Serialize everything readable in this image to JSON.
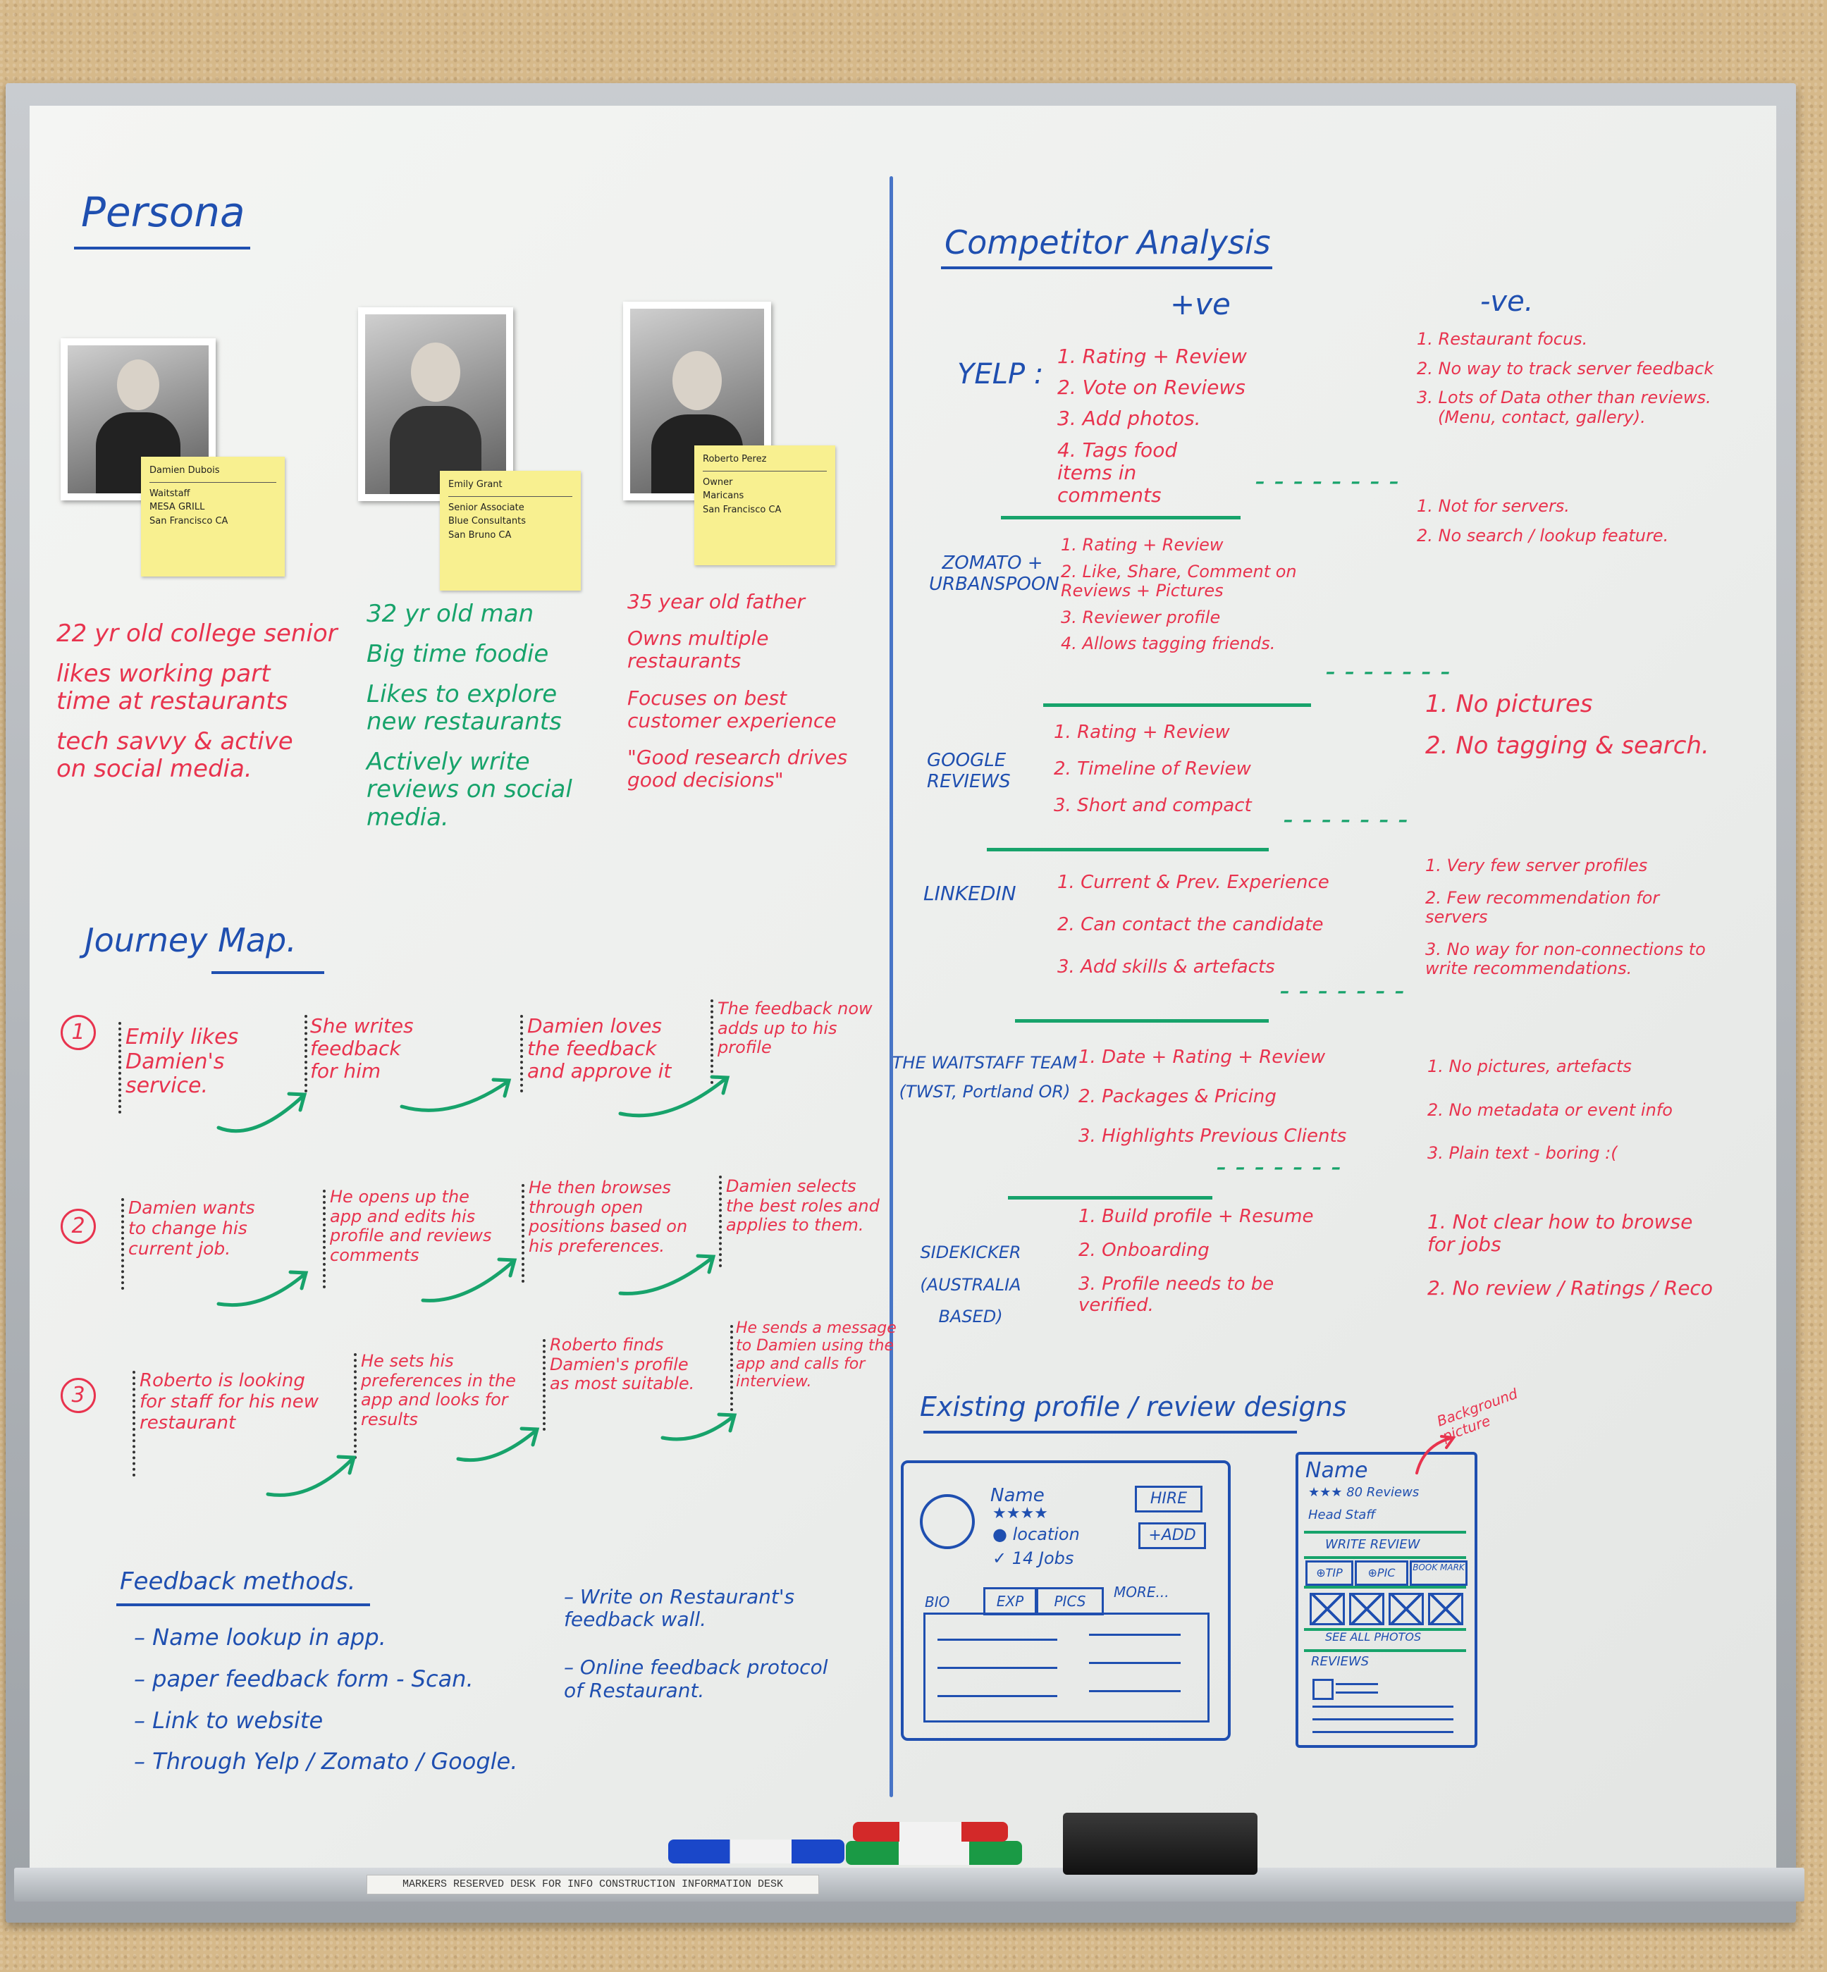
{
  "persona": {
    "title": "Persona",
    "people": [
      {
        "name": "Damien Dubois",
        "role": "Waitstaff",
        "place": "MESA GRILL",
        "city": "San Francisco CA"
      },
      {
        "name": "Emily Grant",
        "role": "Senior Associate",
        "place": "Blue Consultants",
        "city": "San Bruno CA"
      },
      {
        "name": "Roberto Perez",
        "role": "Owner",
        "place": "Maricans",
        "city": "San Francisco CA"
      }
    ],
    "damien_notes": [
      "22 yr old college senior",
      "likes working part",
      "time at restaurants",
      "tech savvy & active",
      "on social media."
    ],
    "emily_notes": [
      "32 yr old man",
      "Big time foodie",
      "Likes to explore",
      "new restaurants",
      "Actively write",
      "reviews on social",
      "media."
    ],
    "roberto_notes": [
      "35 year old father",
      "Owns multiple",
      "restaurants",
      "Focuses on best",
      "customer experience",
      "\"Good research drives",
      "good decisions\""
    ]
  },
  "journey": {
    "title": "Journey Map.",
    "rows": [
      {
        "num": "1",
        "steps": [
          "Emily likes Damien's service.",
          "She writes feedback for him",
          "Damien loves the feedback and approve it",
          "The feedback now adds up to his profile"
        ]
      },
      {
        "num": "2",
        "steps": [
          "Damien wants to change his current job.",
          "He opens up the app and edits his profile and reviews comments",
          "He then browses through open positions based on his preferences.",
          "Damien selects the best roles and applies to them."
        ]
      },
      {
        "num": "3",
        "steps": [
          "Roberto is looking for staff for his new restaurant",
          "He sets his preferences in the app and looks for results",
          "Roberto finds Damien's profile as most suitable.",
          "He sends a message to Damien using the app and calls for interview."
        ]
      }
    ]
  },
  "feedback": {
    "title": "Feedback methods.",
    "left": [
      "Name lookup in app.",
      "paper feedback form - Scan.",
      "Link to website",
      "Through Yelp / Zomato / Google."
    ],
    "right": [
      "Write on Restaurant's feedback wall.",
      "Online feedback protocol of Restaurant."
    ]
  },
  "competitor": {
    "title": "Competitor Analysis",
    "pos_header": "+ve",
    "neg_header": "-ve.",
    "rows": [
      {
        "name": "YELP :",
        "pos": [
          "1. Rating + Review",
          "2. Vote on Reviews",
          "3. Add photos.",
          "4. Tags food items in comments"
        ],
        "neg": [
          "1. Restaurant focus.",
          "2. No way to track server feedback",
          "3. Lots of Data other than reviews.",
          "(Menu, contact, gallery)."
        ]
      },
      {
        "name": "ZOMATO + URBANSPOON",
        "pos": [
          "1. Rating + Review",
          "2. Like, Share, Comment on Reviews + Pictures",
          "3. Reviewer profile",
          "4. Allows tagging friends."
        ],
        "neg": [
          "1. Not for servers.",
          "2. No search / lookup feature."
        ]
      },
      {
        "name": "GOOGLE REVIEWS",
        "pos": [
          "1. Rating + Review",
          "2. Timeline of Review",
          "3. Short and compact"
        ],
        "neg": [
          "1. No pictures",
          "2. No tagging & search."
        ]
      },
      {
        "name": "LINKEDIN",
        "pos": [
          "1. Current & Prev. Experience",
          "2. Can contact the candidate",
          "3. Add skills & artefacts"
        ],
        "neg": [
          "1. Very few server profiles",
          "2. Few recommendation for servers",
          "3. No way for non-connections to write recommendations."
        ]
      },
      {
        "name": "THE WAITSTAFF TEAM (TWST, Portland OR)",
        "pos": [
          "1. Date + Rating + Review",
          "2. Packages & Pricing",
          "3. Highlights Previous Clients"
        ],
        "neg": [
          "1. No pictures, artefacts",
          "2. No metadata or event info",
          "3. Plain text - boring :("
        ]
      },
      {
        "name": "SIDEKICKER (AUSTRALIA BASED)",
        "pos": [
          "1. Build profile + Resume",
          "2. Onboarding",
          "3. Profile needs to be verified."
        ],
        "neg": [
          "1. Not clear how to browse for jobs",
          "2. No review / Ratings / Reco"
        ]
      }
    ]
  },
  "existing": {
    "title": "Existing profile / review designs",
    "card1": {
      "name": "Name",
      "stars": "★★★★",
      "location": "location",
      "jobs": "✓ 14 Jobs",
      "hire": "HIRE",
      "add": "+ADD",
      "tabs": [
        "BIO",
        "EXP",
        "PICS",
        "MORE..."
      ]
    },
    "card2": {
      "name": "Name",
      "stars": "★★★",
      "reviews": "80 Reviews",
      "role": "Head Staff",
      "write": "WRITE REVIEW",
      "tip": "TIP",
      "pic": "PIC",
      "bookmark": "BOOK MARK",
      "see": "SEE ALL PHOTOS",
      "reviews_label": "REVIEWS",
      "bg_note": "Background picture"
    }
  },
  "tray_label": "MARKERS RESERVED DESK FOR INFO CONSTRUCTION INFORMATION DESK",
  "colors": {
    "blue": "#1f4fb0",
    "red": "#e8334e",
    "green": "#17a36b"
  }
}
